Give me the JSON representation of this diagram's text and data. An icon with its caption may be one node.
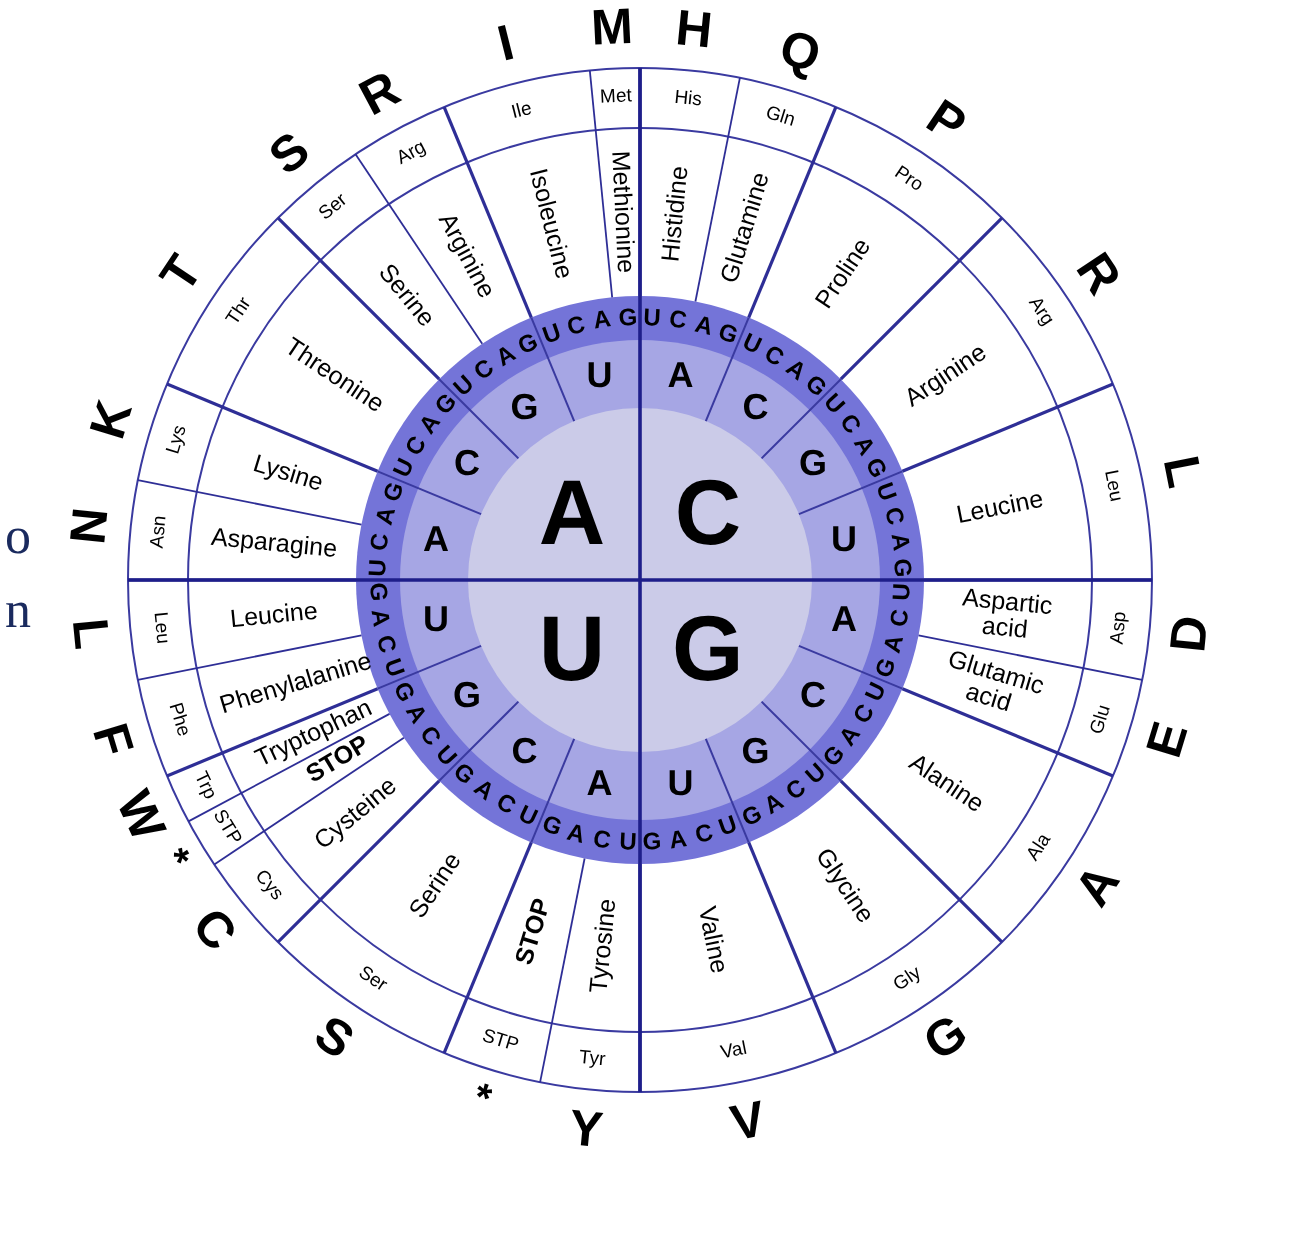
{
  "diagram": {
    "labels": [
      "A",
      "C",
      "U",
      "G",
      "A",
      "C",
      "G",
      "U",
      "A",
      "C",
      "G",
      "U",
      "A",
      "C",
      "G",
      "U",
      "A",
      "C",
      "G",
      "U",
      "U",
      "C",
      "A",
      "G",
      "U",
      "C",
      "A",
      "G",
      "U",
      "C",
      "A",
      "G",
      "U",
      "C",
      "A",
      "G",
      "U",
      "C",
      "A",
      "G",
      "U",
      "C",
      "A",
      "G",
      "U",
      "C",
      "A",
      "G",
      "U",
      "C",
      "A",
      "G",
      "U",
      "C",
      "A",
      "G",
      "U",
      "C",
      "A",
      "G",
      "U",
      "C",
      "A",
      "G",
      "U",
      "C",
      "A",
      "G",
      "U",
      "C",
      "A",
      "G",
      "U",
      "C",
      "A",
      "G",
      "U",
      "C",
      "A",
      "G",
      "U",
      "C",
      "A",
      "G",
      "Histidine",
      "Glutamine",
      "Proline",
      "Arginine",
      "Leucine",
      "Aspartic acid",
      "Glutamic acid",
      "Alanine",
      "Glycine",
      "Valine",
      "Tyrosine",
      "STOP",
      "Serine",
      "Cysteine",
      "STOP",
      "Tryptophan",
      "Phenylalanine",
      "Leucine",
      "Asparagine",
      "Lysine",
      "Threonine",
      "Serine",
      "Arginine",
      "Isoleucine",
      "Methionine",
      "His",
      "Gln",
      "Pro",
      "Arg",
      "Leu",
      "Asp",
      "Glu",
      "Ala",
      "Gly",
      "Val",
      "Tyr",
      "STP",
      "Ser",
      "Cys",
      "STP",
      "Trp",
      "Phe",
      "Leu",
      "Asn",
      "Lys",
      "Thr",
      "Ser",
      "Arg",
      "Ile",
      "Met",
      "H",
      "Q",
      "P",
      "R",
      "L",
      "D",
      "E",
      "A",
      "G",
      "V",
      "Y",
      "*",
      "S",
      "C",
      "*",
      "W",
      "F",
      "L",
      "N",
      "K",
      "T",
      "S",
      "R",
      "I",
      "M",
      "o",
      "n"
    ]
  }
}
